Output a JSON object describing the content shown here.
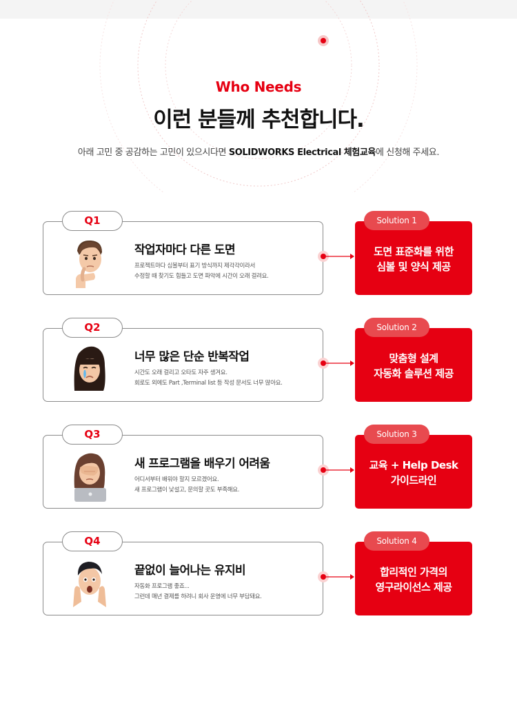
{
  "header": {
    "eyebrow": "Who Needs",
    "title": "이런 분들께 추천합니다.",
    "subtitle_pre": "아래 고민 중 공감하는 고민이 있으시다면 ",
    "subtitle_bold1": "SOLIDWORKS Electrical",
    "subtitle_mid": " ",
    "subtitle_bold2": "체험교육",
    "subtitle_post": "에 신청해 주세요."
  },
  "colors": {
    "accent": "#e60012",
    "solution_pill": "#e84a4f",
    "border": "#8a8a8a"
  },
  "items": [
    {
      "q_label": "Q1",
      "avatar_icon": "thinking-man-avatar-icon",
      "title": "작업자마다 다른 도면",
      "desc_line1": "프로젝트마다 심볼부터 표기 방식까지 제각각이라서",
      "desc_line2": "수정할 때 찾기도 힘들고 도면 파악에 시간이 오래 걸려요.",
      "solution_label": "Solution 1",
      "solution_line1": "도면 표준화를 위한",
      "solution_line2": "심볼 및 양식 제공"
    },
    {
      "q_label": "Q2",
      "avatar_icon": "crying-woman-avatar-icon",
      "title": "너무 많은 단순 반복작업",
      "desc_line1": "시간도 오래 걸리고 오타도 자주 생겨요.",
      "desc_line2": "회로도 외에도 Part ,Terminal list 등 작성 문서도 너무 많아요.",
      "solution_label": "Solution 2",
      "solution_line1": "맞춤형 설계",
      "solution_line2": "자동화 솔루션 제공"
    },
    {
      "q_label": "Q3",
      "avatar_icon": "facepalm-laptop-avatar-icon",
      "title": "새 프로그램을 배우기 어려움",
      "desc_line1": "어디서부터 배워야 할지 모르겠어요.",
      "desc_line2": "새 프로그램이 낯설고, 문의할 곳도 부족해요.",
      "solution_label": "Solution 3",
      "solution_line1": "교육 + Help Desk",
      "solution_line2": "가이드라인"
    },
    {
      "q_label": "Q4",
      "avatar_icon": "shocked-man-avatar-icon",
      "title": "끝없이 늘어나는 유지비",
      "desc_line1": "자동화 프로그램 좋죠...",
      "desc_line2": "그런데 매년 결제를 하려니 회사 운영에 너무 부담돼요.",
      "solution_label": "Solution 4",
      "solution_line1": "합리적인 가격의",
      "solution_line2": "영구라이선스 제공"
    }
  ]
}
